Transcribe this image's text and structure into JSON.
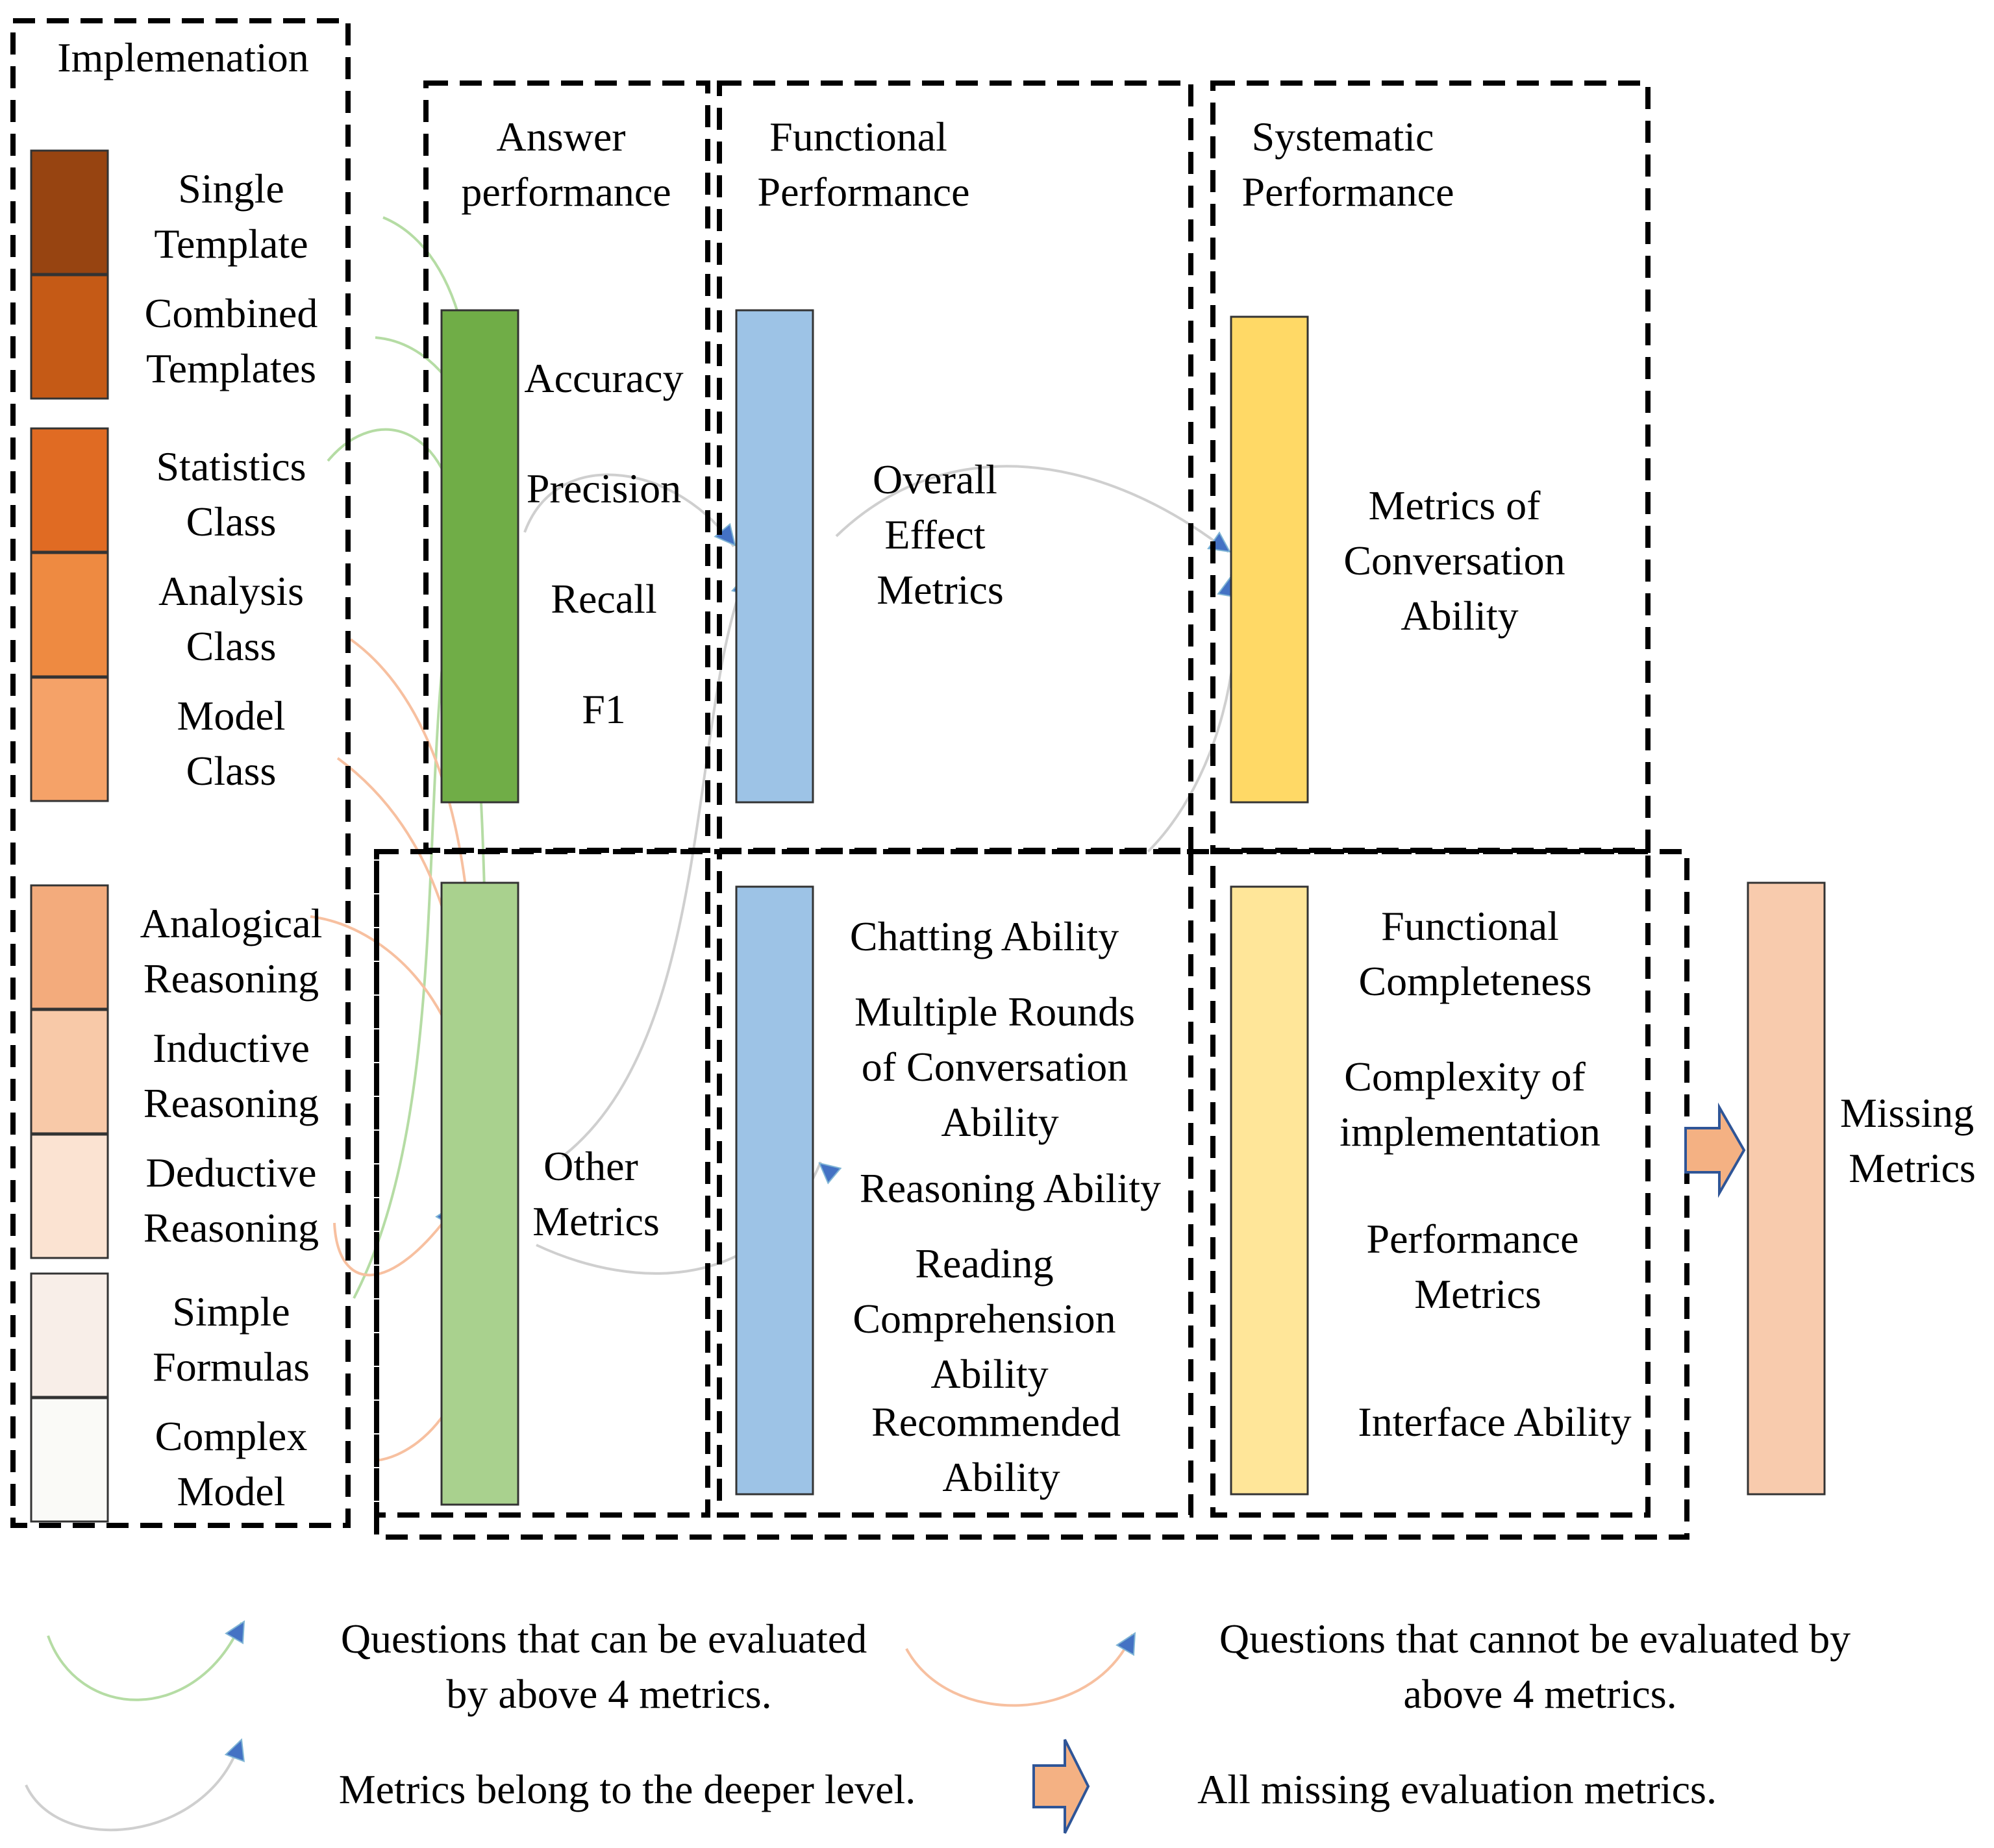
{
  "implementation": {
    "title": "Implemenation",
    "items": [
      {
        "lines": [
          "Single",
          "Template"
        ],
        "color": "#974411"
      },
      {
        "lines": [
          "Combined",
          "Templates"
        ],
        "color": "#c55a16"
      },
      {
        "lines": [
          "Statistics",
          "Class"
        ],
        "color": "#e06b23"
      },
      {
        "lines": [
          "Analysis",
          "Class"
        ],
        "color": "#ee8a41"
      },
      {
        "lines": [
          "Model",
          "Class"
        ],
        "color": "#f5a268"
      },
      {
        "lines": [
          "Analogical",
          "Reasoning"
        ],
        "color": "#f3ab7c"
      },
      {
        "lines": [
          "Inductive",
          "Reasoning"
        ],
        "color": "#f8c9a8"
      },
      {
        "lines": [
          "Deductive",
          "Reasoning"
        ],
        "color": "#fbe3d2"
      },
      {
        "lines": [
          "Simple",
          "Formulas"
        ],
        "color": "#f8eee8"
      },
      {
        "lines": [
          "Complex",
          "Model"
        ],
        "color": "#fafaf7"
      }
    ]
  },
  "answer_performance": {
    "title": [
      "Answer",
      "performance"
    ],
    "metrics": [
      "Accuracy",
      "Precision",
      "Recall",
      "F1"
    ],
    "color": "#70ad47",
    "other_metrics": [
      "Other",
      "Metrics"
    ],
    "other_color": "#a9d18e"
  },
  "functional_performance": {
    "title": [
      "Functional",
      "Performance"
    ],
    "overall": [
      "Overall",
      "Effect",
      "Metrics"
    ],
    "color": "#9dc3e6",
    "abilities": [
      [
        "Chatting Ability"
      ],
      [
        "Multiple Rounds",
        "of Conversation",
        "Ability"
      ],
      [
        "Reasoning Ability"
      ],
      [
        "Reading",
        "Comprehension",
        "Ability"
      ],
      [
        "Recommended",
        "Ability"
      ]
    ]
  },
  "systematic_performance": {
    "title": [
      "Systematic",
      "Performance"
    ],
    "conversation": [
      "Metrics of",
      "Conversation",
      "Ability"
    ],
    "color": "#ffd966",
    "lower_color": "#ffe699",
    "items": [
      [
        "Functional",
        "Completeness"
      ],
      [
        "Complexity of",
        "implementation"
      ],
      [
        "Performance",
        "Metrics"
      ],
      [
        "Interface Ability"
      ]
    ]
  },
  "missing": {
    "lines": [
      "Missing",
      "Metrics"
    ],
    "color": "#f8cbad",
    "arrow_color": "#f4b183"
  },
  "legend": {
    "green": [
      "Questions that can be evaluated",
      "by above 4 metrics."
    ],
    "orange": [
      "Questions that cannot be evaluated by",
      "above 4 metrics."
    ],
    "gray": [
      "Metrics belong to the deeper level."
    ],
    "arrow": [
      "All missing evaluation metrics."
    ]
  },
  "colors": {
    "green_curve": "#b5dca4",
    "orange_curve": "#f7c0a0",
    "gray_curve": "#cfcfcf",
    "arrowhead": "#4472c4"
  }
}
